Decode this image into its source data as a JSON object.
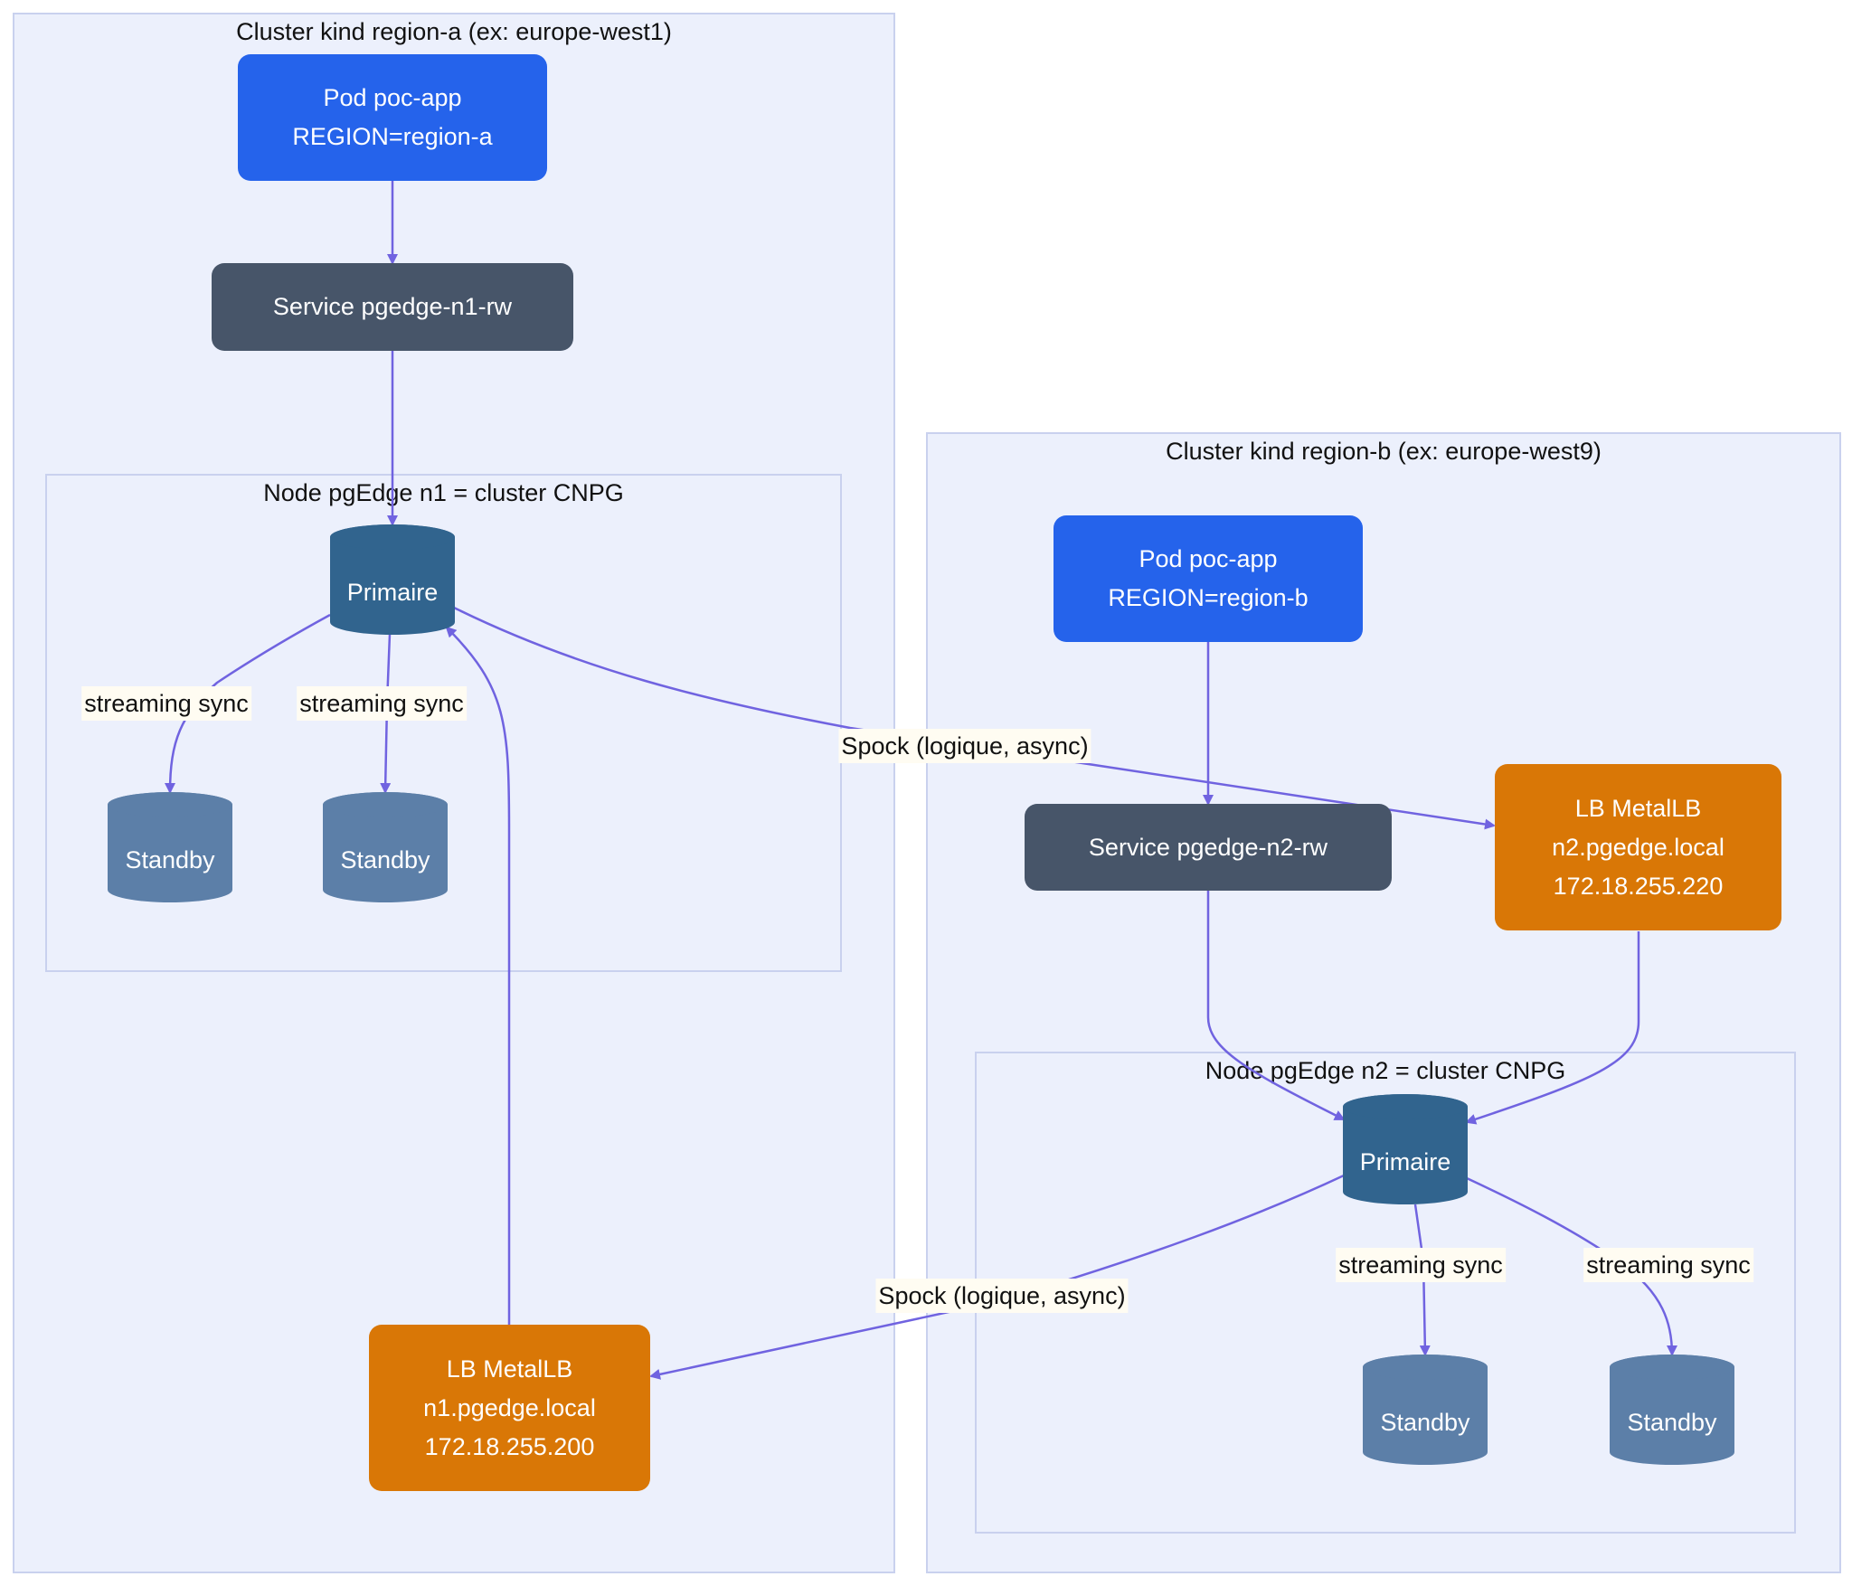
{
  "clusters": {
    "region_a": {
      "label": "Cluster kind region-a (ex: europe-west1)"
    },
    "region_b": {
      "label": "Cluster kind region-b (ex: europe-west9)"
    },
    "n1": {
      "label": "Node pgEdge n1 = cluster CNPG"
    },
    "n2": {
      "label": "Node pgEdge n2 = cluster CNPG"
    }
  },
  "nodes": {
    "pod_a": {
      "line1": "Pod poc-app",
      "line2": "REGION=region-a"
    },
    "svc_a": {
      "label": "Service pgedge-n1-rw"
    },
    "primary_a": {
      "label": "Primaire"
    },
    "standby_a1": {
      "label": "Standby"
    },
    "standby_a2": {
      "label": "Standby"
    },
    "lb_a": {
      "line1": "LB MetalLB",
      "line2": "n1.pgedge.local",
      "line3": "172.18.255.200"
    },
    "pod_b": {
      "line1": "Pod poc-app",
      "line2": "REGION=region-b"
    },
    "svc_b": {
      "label": "Service pgedge-n2-rw"
    },
    "lb_b": {
      "line1": "LB MetalLB",
      "line2": "n2.pgedge.local",
      "line3": "172.18.255.220"
    },
    "primary_b": {
      "label": "Primaire"
    },
    "standby_b1": {
      "label": "Standby"
    },
    "standby_b2": {
      "label": "Standby"
    }
  },
  "edge_labels": {
    "stream_a1": "streaming sync",
    "stream_a2": "streaming sync",
    "spock_a_to_b": "Spock (logique, async)",
    "stream_b1": "streaming sync",
    "stream_b2": "streaming sync",
    "spock_b_to_a": "Spock (logique, async)"
  },
  "colors": {
    "pod": "#2563eb",
    "service": "#475569",
    "load_balancer": "#d97706",
    "primary": "#31648e",
    "standby": "#5c7fa8",
    "edge": "#7063e0",
    "cluster_fill": "#ecf0fc"
  }
}
